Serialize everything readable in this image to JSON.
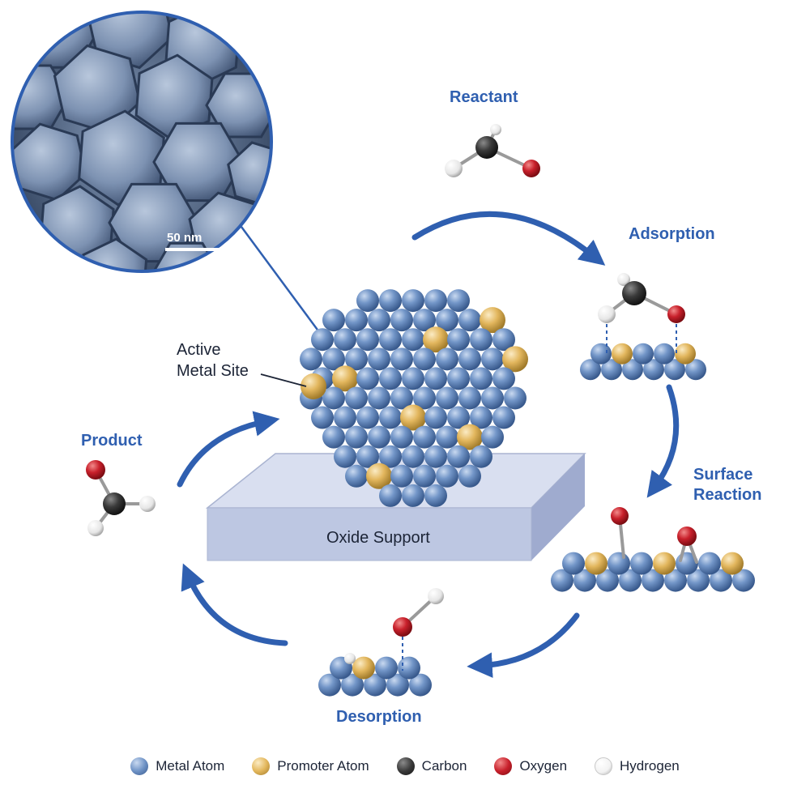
{
  "stages": {
    "reactant": "Reactant",
    "adsorption": "Adsorption",
    "surface_reaction_line1": "Surface",
    "surface_reaction_line2": "Reaction",
    "desorption": "Desorption",
    "product": "Product"
  },
  "labels": {
    "active_site_line1": "Active",
    "active_site_line2": "Metal Site",
    "support": "Oxide Support",
    "scale_bar": "50 nm"
  },
  "legend": [
    {
      "label": "Metal Atom",
      "color": "#6f93c6"
    },
    {
      "label": "Promoter Atom",
      "color": "#e3b75c"
    },
    {
      "label": "Carbon",
      "color": "#3b3b3b"
    },
    {
      "label": "Oxygen",
      "color": "#c8202b"
    },
    {
      "label": "Hydrogen",
      "color": "#f2f2f2"
    }
  ],
  "colors": {
    "accent": "#2f5fb0",
    "metal": "#6f93c6",
    "promoter": "#e3b75c",
    "carbon": "#3b3b3b",
    "oxygen": "#c8202b",
    "hydrogen": "#f2f2f2",
    "support": "#c3cbe4"
  }
}
